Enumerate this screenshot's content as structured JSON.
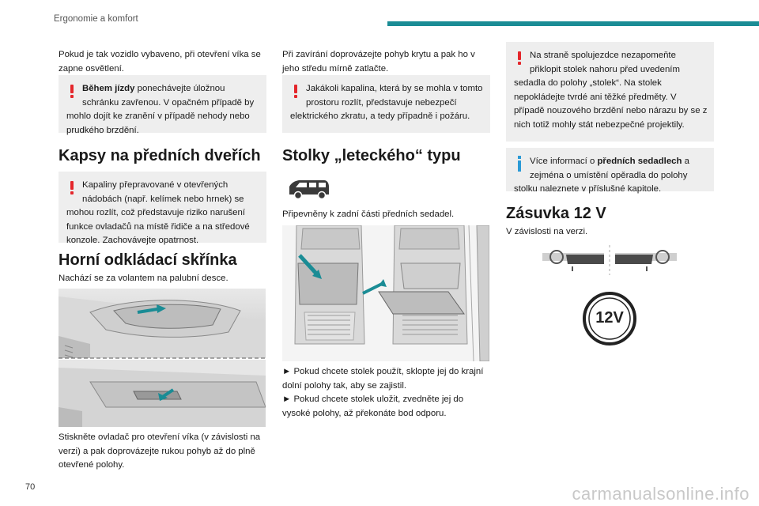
{
  "header": {
    "section_title": "Ergonomie a komfort",
    "accent_color": "#1a8c95"
  },
  "page_number": "70",
  "watermark": "carmanualsonline.info",
  "col1": {
    "intro": "Pokud je tak vozidlo vybaveno, při otevření víka se zapne osvětlení.",
    "warning1": {
      "bold": "Během jízdy",
      "text": " ponechávejte úložnou schránku zavřenou. V opačném případě by mohlo dojít ke zranění v případě nehody nebo prudkého brzdění."
    },
    "heading_pockets": "Kapsy na předních dveřích",
    "warning2": "Kapaliny přepravované v otevřených nádobách (např. kelímek nebo hrnek) se mohou rozlít, což představuje riziko narušení funkce ovladačů na místě řidiče a na středové konzole. Zachovávejte opatrnost.",
    "heading_box": "Horní odkládací skřínka",
    "box_text": "Nachází se za volantem na palubní desce.",
    "box_instr": "Stiskněte ovladač pro otevření víka (v závislosti na verzi) a pak doprovázejte rukou pohyb až do plně otevřené polohy."
  },
  "col2": {
    "closing": "Při zavírání doprovázejte pohyb krytu a pak ho v jeho středu mírně zatlačte.",
    "warning3": "Jakákoli kapalina, která by se mohla v tomto prostoru rozlít, představuje nebezpečí elektrického zkratu, a tedy případně i požáru.",
    "heading_tables": "Stolky „leteckého“ typu",
    "tables_text": "Připevněny k zadní části předních sedadel.",
    "step1": "► Pokud chcete stolek použít, sklopte jej do krajní dolní polohy tak, aby se zajistil.",
    "step2": "► Pokud chcete stolek uložit, zvedněte jej do vysoké polohy, až překonáte bod odporu."
  },
  "col3": {
    "warning4": "Na straně spolujezdce nezapomeňte přiklopit stolek nahoru před uvedením sedadla do polohy „stolek“. Na stolek nepokládejte tvrdé ani těžké předměty. V případě nouzového brzdění nebo nárazu by se z nich totiž mohly stát nebezpečné projektily.",
    "info": {
      "pre": "Více informací o ",
      "bold": "předních sedadlech",
      "post": " a zejména o umístění opěradla do polohy stolku naleznete v příslušné kapitole."
    },
    "heading_socket": "Zásuvka 12 V",
    "socket_text": "V závislosti na verzi.",
    "socket_label": "12V"
  },
  "icons": [
    "warning-icon",
    "info-icon",
    "van-icon",
    "steering-wheel-icon",
    "socket-icon",
    "arrow-icon"
  ],
  "colors": {
    "warning": "#e4262b",
    "info": "#2a9ad6",
    "box_bg": "#eeeeee"
  }
}
